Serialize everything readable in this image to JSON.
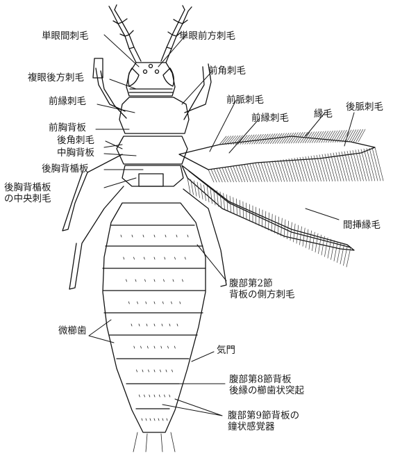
{
  "labels": {
    "ocellar_inter": "単眼間刺毛",
    "ocellar_anterior": "単眼前方刺毛",
    "postocular": "複眼後方刺毛",
    "anteroangular": "前角刺毛",
    "anteromarginal": "前縁刺毛",
    "forewing_first_vein": "前脈刺毛",
    "pronotum": "前胸背板",
    "forewing_costal": "前縁刺毛",
    "fringe": "縁毛",
    "posterior_vein": "後脈刺毛",
    "posteroangular": "後角刺毛",
    "mesonotum": "中胸背板",
    "metascutellum": "後胸背楯板",
    "metascutellum_median_1": "後胸背楯板",
    "metascutellum_median_2": "の中央刺毛",
    "interpolated_fringe": "間挿縁毛",
    "tergite2_lateral_1": "腹部第2節",
    "tergite2_lateral_2": "背板の側方刺毛",
    "microtrichia": "微櫛歯",
    "spiracle": "気門",
    "tergite8_1": "腹部第8節背板",
    "tergite8_2": "後縁の櫛歯状突起",
    "tergite9_1": "腹部第9節背板の",
    "tergite9_2": "鐘状感覚器"
  }
}
